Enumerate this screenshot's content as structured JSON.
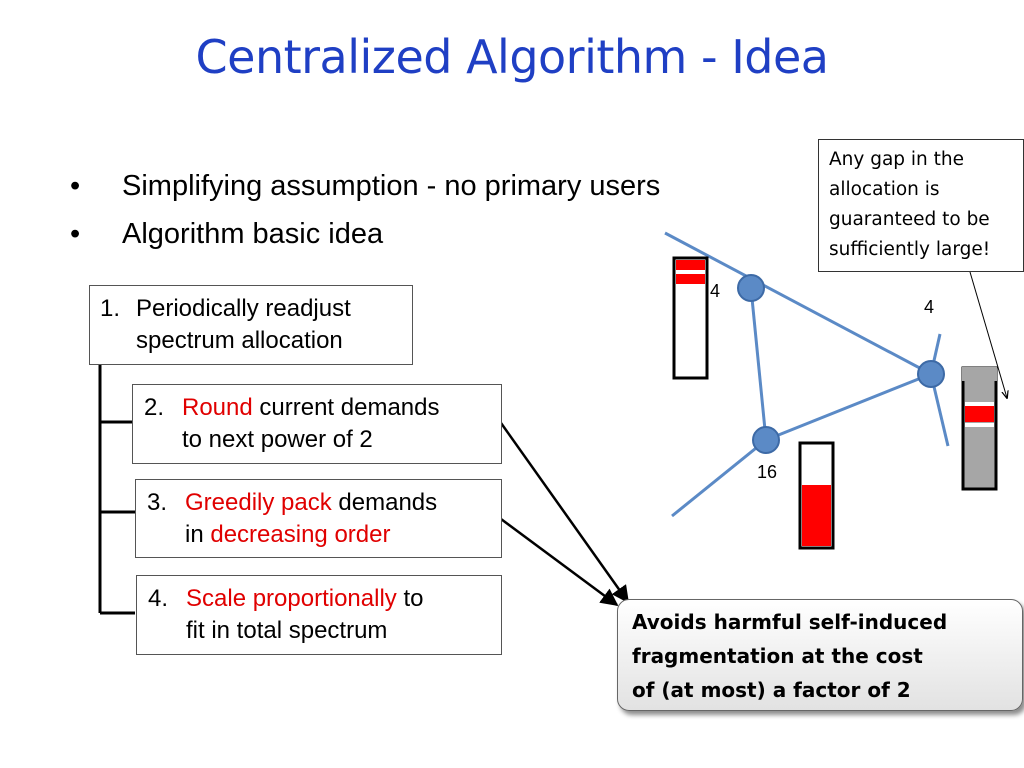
{
  "title": "Centralized Algorithm - Idea",
  "bullets": [
    {
      "symbol": "•",
      "text": "Simplifying assumption - no primary users"
    },
    {
      "symbol": "•",
      "text": "Algorithm basic idea"
    }
  ],
  "steps": [
    {
      "number": "1.",
      "line1": "Periodically readjust",
      "line2": "spectrum allocation"
    },
    {
      "number": "2.",
      "line1_red": "Round",
      "line1_rest": " current demands",
      "line2": "to next power of 2"
    },
    {
      "number": "3.",
      "line1_red": "Greedily pack",
      "line1_rest": " demands",
      "line2_pre": "in ",
      "line2_red": "decreasing order"
    },
    {
      "number": "4.",
      "line1_red": "Scale proportionally",
      "line1_rest": " to",
      "line2": "fit in total spectrum"
    }
  ],
  "callout": {
    "lines": [
      "Any gap in the",
      "allocation is",
      "guaranteed to be",
      "sufficiently large!"
    ]
  },
  "result": {
    "lines": [
      "Avoids harmful self-induced",
      "fragmentation at the cost",
      "of (at most) a factor of 2"
    ]
  },
  "graph": {
    "node_labels": [
      "4",
      "4",
      "16"
    ]
  },
  "colors": {
    "title": "#1f3fc4",
    "accent_red": "#e00000",
    "node_fill": "#5b8ac6",
    "edge": "#5b8ac6",
    "bar_gray": "#a6a6a6"
  }
}
